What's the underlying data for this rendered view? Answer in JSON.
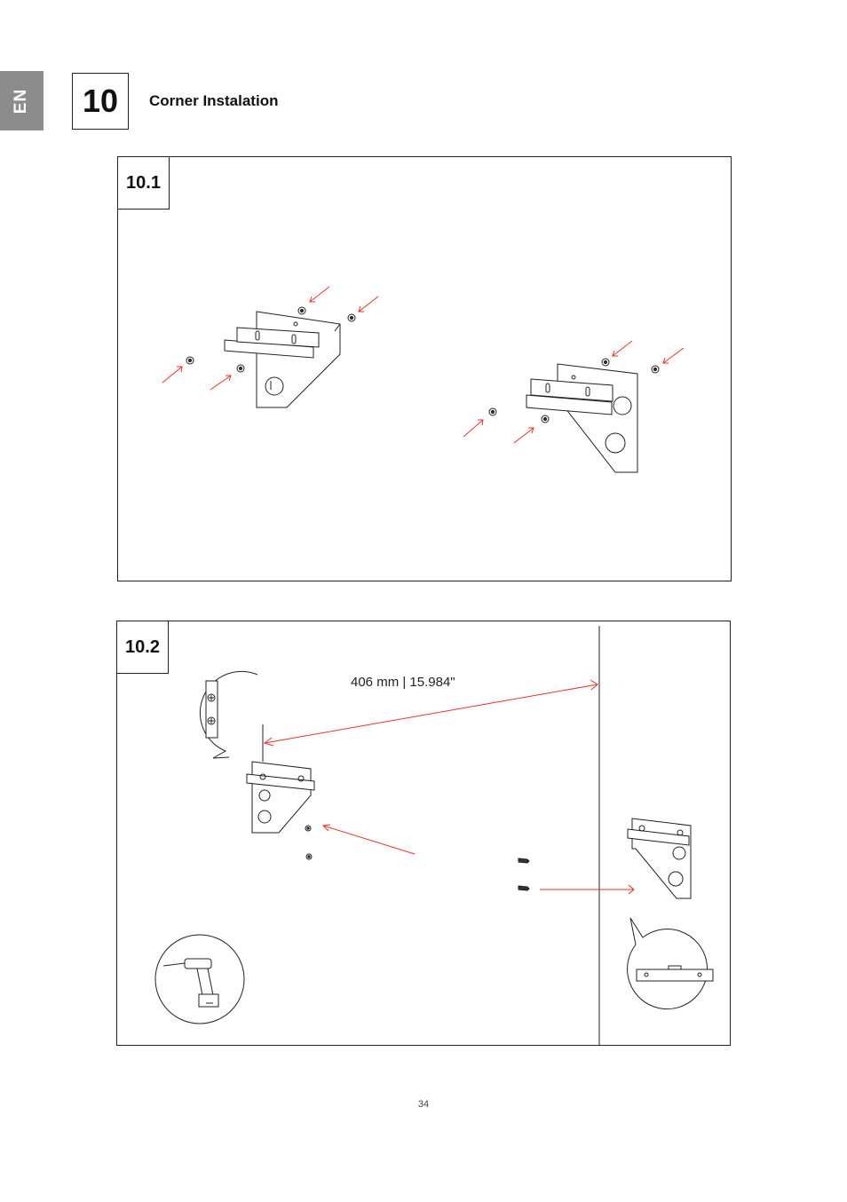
{
  "language_tab": "EN",
  "step": {
    "number": "10",
    "title": "Corner Instalation"
  },
  "panels": [
    {
      "label": "10.1"
    },
    {
      "label": "10.2",
      "dimension": "406 mm | 15.984\""
    }
  ],
  "page_number": "34",
  "colors": {
    "arrow": "#e5332a",
    "line": "#222222",
    "tab": "#8c8c8c"
  }
}
